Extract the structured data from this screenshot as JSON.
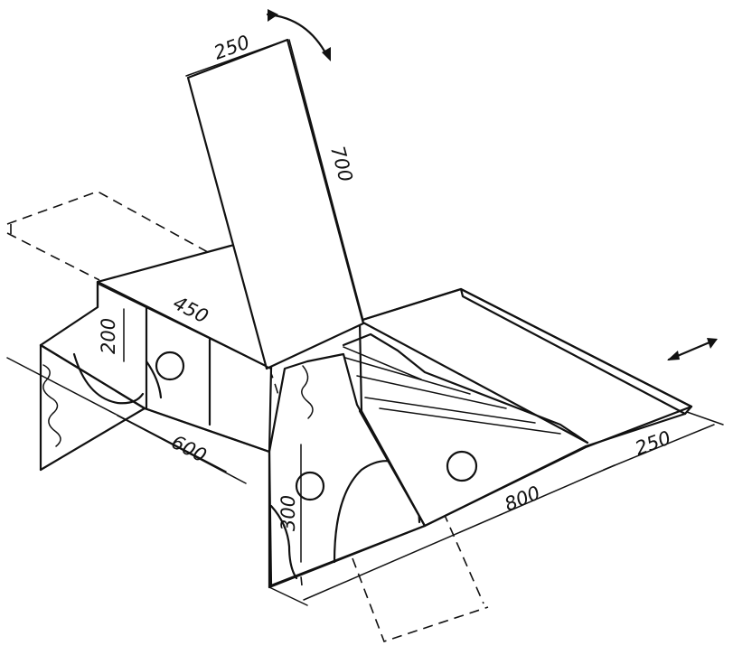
{
  "dimensions": {
    "flap_width": "250",
    "flap_length": "700",
    "top_depth": "450",
    "left_height": "200",
    "left_length": "600",
    "front_height": "300",
    "right_length": "800",
    "right_width": "250"
  }
}
